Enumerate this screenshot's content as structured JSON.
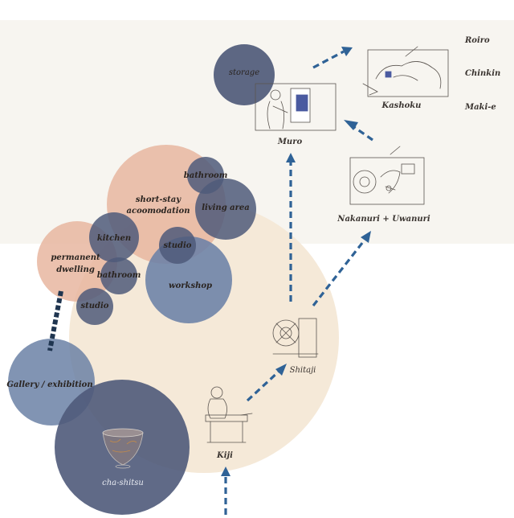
{
  "colors": {
    "panel": "#f7f5f0",
    "process_circle": "#f5e9d8",
    "salmon": "#e8b6a0",
    "slate": "#4f5a7a",
    "steel": "#6b81a6",
    "arrow": "#2f6296"
  },
  "rooms": {
    "storage": "storage",
    "bathroom_top": "bathroom",
    "short_stay": [
      "short-stay",
      "acoomodation"
    ],
    "living_area": "living area",
    "kitchen": "kitchen",
    "studio_mid": "studio",
    "permanent_dwelling": [
      "permanent",
      "dwelling"
    ],
    "bathroom_low": "bathroom",
    "workshop": "workshop",
    "studio_low": "studio",
    "gallery": "Gallery / exhibition",
    "cha_shitsu": "cha-shitsu"
  },
  "steps": {
    "muro": "Muro",
    "kashoku": "Kashoku",
    "nakanuri": "Nakanuri + Uwanuri",
    "shitaji": "Shitaji",
    "kiji": "Kiji"
  },
  "finishes": [
    "Roiro",
    "Chinkin",
    "Maki-e"
  ],
  "icons": {
    "muro": "muro-sketch-icon",
    "kashoku": "kashoku-sketch-icon",
    "nakanuri": "nakanuri-sketch-icon",
    "shitaji": "shitaji-sketch-icon",
    "kiji": "kiji-sketch-icon",
    "bowl": "lacquer-bowl-icon"
  }
}
